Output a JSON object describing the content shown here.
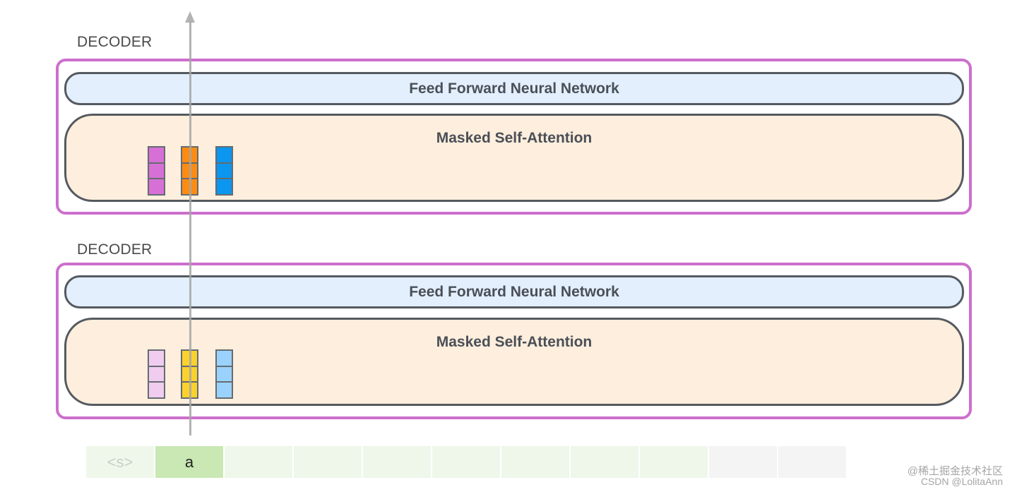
{
  "decoders": [
    {
      "label": "DECODER",
      "ffnn_label": "Feed Forward Neural Network",
      "attention_label": "Masked Self-Attention",
      "vectors": [
        {
          "color": "#d770d6"
        },
        {
          "color": "#ff8c12"
        },
        {
          "color": "#0b96f0"
        }
      ]
    },
    {
      "label": "DECODER",
      "ffnn_label": "Feed Forward Neural Network",
      "attention_label": "Masked Self-Attention",
      "vectors": [
        {
          "color": "#f0cdf0"
        },
        {
          "color": "#fbd12e"
        },
        {
          "color": "#9bd2fb"
        }
      ]
    }
  ],
  "tokens": [
    {
      "text": "<s>",
      "state": "faded"
    },
    {
      "text": "a",
      "state": "current"
    },
    {
      "text": "",
      "state": "empty"
    },
    {
      "text": "",
      "state": "empty"
    },
    {
      "text": "",
      "state": "empty"
    },
    {
      "text": "",
      "state": "empty"
    },
    {
      "text": "",
      "state": "empty"
    },
    {
      "text": "",
      "state": "empty"
    },
    {
      "text": "",
      "state": "empty"
    },
    {
      "text": "",
      "state": "gray"
    },
    {
      "text": "",
      "state": "gray"
    }
  ],
  "watermark": {
    "line1": "@稀土掘金技术社区",
    "line2": "CSDN @LolitaAnn"
  },
  "colors": {
    "decoder_border": "#cc6fcc",
    "ffnn_fill": "#e3effd",
    "attention_fill": "#fdeedd",
    "token_current": "#c9e8b4",
    "token_faded": "#eef7ea",
    "token_gray": "#f4f4f4"
  }
}
